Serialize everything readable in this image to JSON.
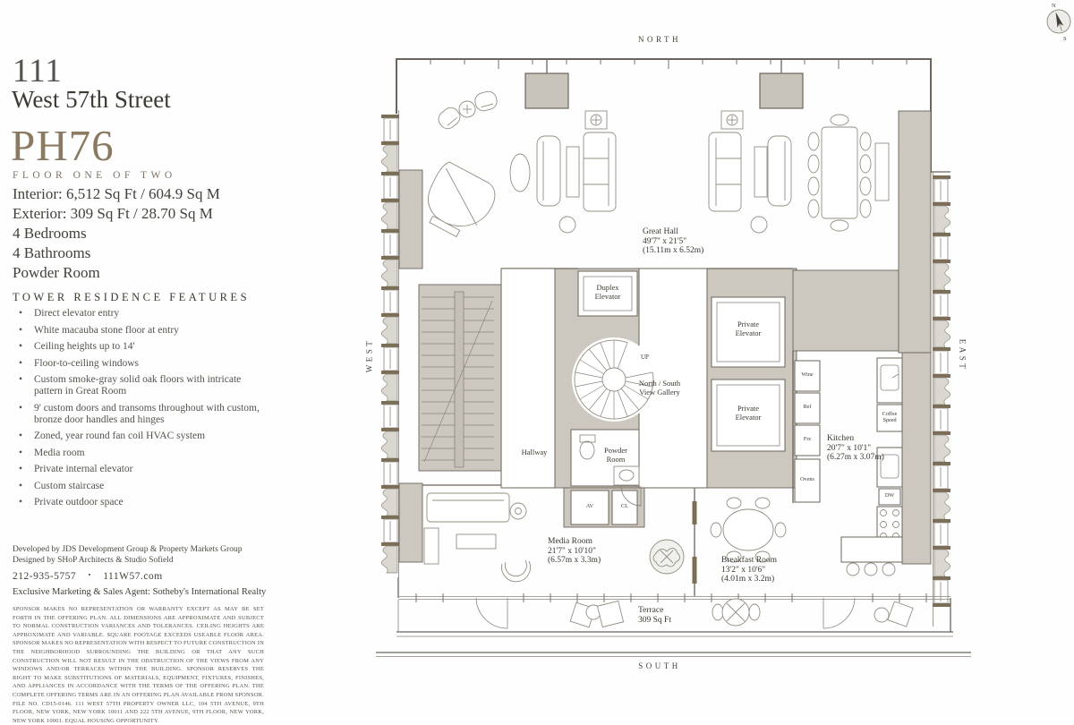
{
  "header": {
    "building_number": "111",
    "street": "West 57th Street"
  },
  "unit": {
    "name": "PH76",
    "floor_note": "FLOOR ONE OF TWO",
    "specs": [
      "Interior: 6,512 Sq Ft / 604.9 Sq M",
      "Exterior: 309 Sq Ft / 28.70 Sq M",
      "4 Bedrooms",
      "4 Bathrooms",
      "Powder Room"
    ]
  },
  "features": {
    "title": "TOWER RESIDENCE FEATURES",
    "items": [
      "Direct elevator entry",
      "White macauba stone floor at entry",
      "Ceiling heights up to 14'",
      "Floor-to-ceiling windows",
      "Custom smoke-gray solid oak floors with intricate pattern in Great Room",
      "9' custom doors and transoms throughout with custom, bronze door handles and hinges",
      "Zoned, year round fan coil HVAC system",
      "Media room",
      "Private internal elevator",
      "Custom staircase",
      "Private outdoor space"
    ]
  },
  "credits": {
    "developer": "Developed by JDS Development Group & Property Markets Group",
    "designer": "Designed by SHoP Architects & Studio Sofield",
    "phone": "212-935-5757",
    "separator": "•",
    "website": "111W57.com",
    "agent": "Exclusive Marketing & Sales Agent: Sotheby's International Realty"
  },
  "disclaimer": "SPONSOR MAKES NO REPRESENTATION OR WARRANTY EXCEPT AS MAY BE SET FORTH IN THE OFFERING PLAN. ALL DIMENSIONS ARE APPROXIMATE AND SUBJECT TO NORMAL CONSTRUCTION VARIANCES AND TOLERANCES. CEILING HEIGHTS ARE APPROXIMATE AND VARIABLE. SQUARE FOOTAGE EXCEEDS USEABLE FLOOR AREA. SPONSOR MAKES NO REPRESENTATION WITH RESPECT TO FUTURE CONSTRUCTION IN THE NEIGHBORHOOD SURROUNDING THE BUILDING OR THAT ANY SUCH CONSTRUCTION WILL NOT RESULT IN THE OBSTRUCTION OF THE VIEWS FROM ANY WINDOWS AND/OR TERRACES WITHIN THE BUILDING. SPONSOR RESERVES THE RIGHT TO MAKE SUBSTITUTIONS OF MATERIALS, EQUIPMENT, FIXTURES, FINISHES, AND APPLIANCES IN ACCORDANCE WITH THE TERMS OF THE OFFERING PLAN. THE COMPLETE OFFERING TERMS ARE IN AN OFFERING PLAN AVAILABLE FROM SPONSOR. FILE NO. CD15-0146. 111 WEST 57TH PROPERTY OWNER LLC, 104 5TH AVENUE, 9TH FLOOR, NEW YORK, NEW YORK 10011 AND 222 5TH AVENUE, 9TH FLOOR, NEW YORK, NEW YORK 10001. EQUAL HOUSING OPPORTUNITY.",
  "plan": {
    "compass": {
      "north": "NORTH",
      "south": "SOUTH",
      "west": "WEST",
      "east": "EAST",
      "n": "N",
      "s": "S"
    },
    "rooms": {
      "great_hall": {
        "name": "Great Hall",
        "dims": "49'7\" x 21'5\"",
        "metric": "(15.11m x 6.52m)"
      },
      "duplex_elevator": {
        "line1": "Duplex",
        "line2": "Elevator"
      },
      "private_elevator_1": {
        "line1": "Private",
        "line2": "Elevator"
      },
      "private_elevator_2": {
        "line1": "Private",
        "line2": "Elevator"
      },
      "gallery": {
        "line1": "North / South",
        "line2": "View Gallery"
      },
      "up": "UP",
      "hallway": "Hallway",
      "powder": {
        "line1": "Powder",
        "line2": "Room"
      },
      "av": "AV",
      "cl": "CL",
      "media_room": {
        "name": "Media Room",
        "dims": "21'7\" x 10'10\"",
        "metric": "(6.57m x 3.3m)"
      },
      "breakfast_room": {
        "name": "Breakfast Room",
        "dims": "13'2\" x 10'6\"",
        "metric": "(4.01m x 3.2m)"
      },
      "kitchen": {
        "name": "Kitchen",
        "dims": "20'7\" x 10'1\"",
        "metric": "(6.27m x 3.07m)"
      },
      "terrace": {
        "name": "Terrace",
        "area": "309 Sq Ft"
      }
    },
    "appliances": {
      "wine": "Wine",
      "ref": "Ref",
      "frz": "Frz",
      "ovens": "Ovens",
      "coffee_line1": "Coffee",
      "coffee_line2": "Speed",
      "dw": "DW"
    }
  },
  "colors": {
    "accent_brown": "#8a7a61",
    "wall": "#6b645a",
    "poche": "#ccc8c0",
    "sill": "#7c6e56"
  }
}
